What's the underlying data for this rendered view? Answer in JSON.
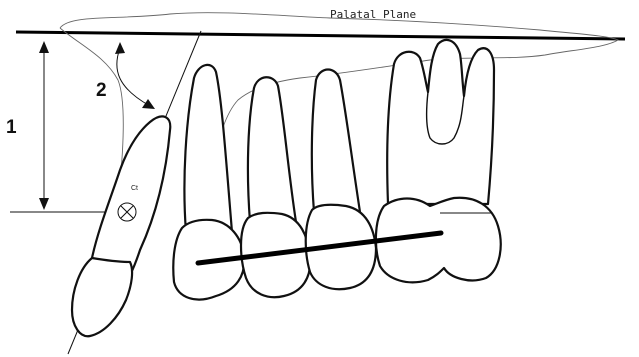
{
  "diagram": {
    "palatal_plane_label": "Palatal Plane",
    "measure_1_label": "1",
    "measure_2_label": "2",
    "center_label": "Ct"
  }
}
